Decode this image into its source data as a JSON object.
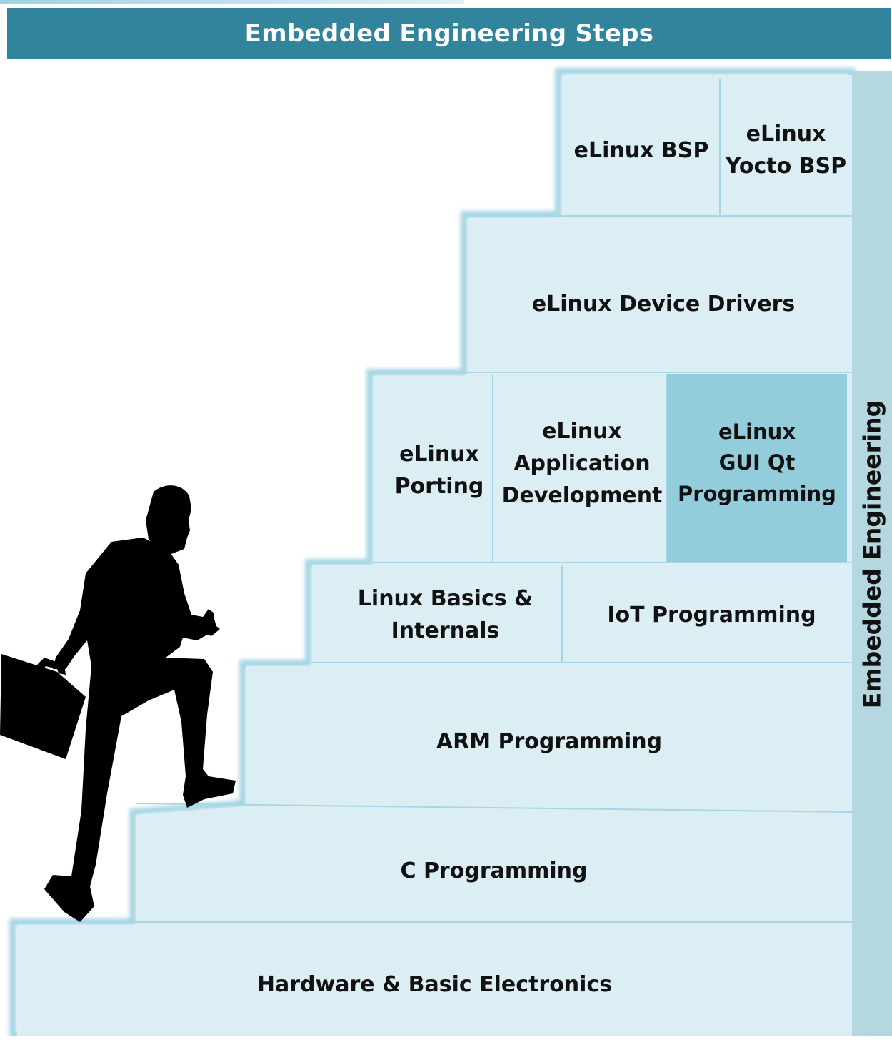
{
  "header": {
    "title": "Embedded Engineering Steps"
  },
  "sidebar": {
    "label": "Embedded Engineering"
  },
  "steps": {
    "hardware": "Hardware & Basic Electronics",
    "c_programming": "C Programming",
    "arm_programming": "ARM Programming",
    "linux_basics": [
      "Linux Basics &",
      "Internals"
    ],
    "iot_programming": "IoT Programming",
    "elinux_porting": [
      "eLinux",
      "Porting"
    ],
    "elinux_app_dev": [
      "eLinux",
      "Application",
      "Development"
    ],
    "elinux_gui_qt": [
      "eLinux",
      "GUI Qt",
      "Programming"
    ],
    "elinux_device_drivers": "eLinux Device Drivers",
    "elinux_bsp": "eLinux BSP",
    "elinux_yocto_bsp": [
      "eLinux",
      "Yocto BSP"
    ]
  },
  "colors": {
    "header_bg": "#31849b",
    "step_fill": "#dbeef4",
    "step_edge": "#a7d6e5",
    "highlight": "#93cddc",
    "sidebar": "#b5d7e0",
    "silhouette": "#000000"
  }
}
